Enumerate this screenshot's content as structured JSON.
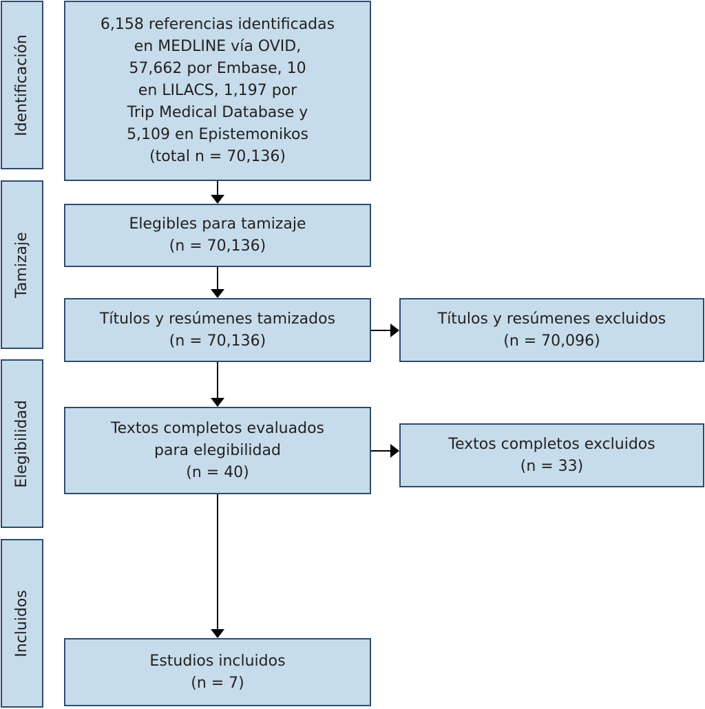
{
  "phases": {
    "identificacion": "Identificación",
    "tamizaje": "Tamizaje",
    "elegibilidad": "Elegibilidad",
    "incluidos": "Incluidos"
  },
  "boxes": {
    "identified": {
      "lines": [
        "6,158 referencias identificadas",
        "en MEDLINE vía OVID,",
        "57,662 por Embase, 10",
        "en LILACS, 1,197 por",
        "Trip Medical Database y",
        "5,109 en Epistemonikos",
        "(total n = 70,136)"
      ]
    },
    "eligible_screening": {
      "lines": [
        "Elegibles para tamizaje",
        "(n = 70,136)"
      ]
    },
    "titles_screened": {
      "lines": [
        "Títulos y resúmenes tamizados",
        "(n = 70,136)"
      ]
    },
    "titles_excluded": {
      "lines": [
        "Títulos y resúmenes excluidos",
        "(n = 70,096)"
      ]
    },
    "fulltext_assessed": {
      "lines": [
        "Textos completos evaluados",
        "para elegibilidad",
        "(n = 40)"
      ]
    },
    "fulltext_excluded": {
      "lines": [
        "Textos completos excluidos",
        "(n = 33)"
      ]
    },
    "included": {
      "lines": [
        "Estudios incluidos",
        "(n = 7)"
      ]
    }
  },
  "colors": {
    "box_fill": "#c6dceb",
    "box_border": "#2e4a6b",
    "arrow": "#000000",
    "text": "#231f20"
  }
}
